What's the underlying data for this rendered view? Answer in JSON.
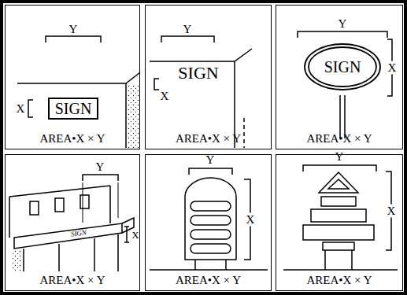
{
  "diagram": {
    "nodes": [
      {
        "text": [
          "AREA•X × Y"
        ]
      },
      {
        "text": [
          "SIGN"
        ],
        "in": 0
      },
      {
        "text": [
          "AREA•X × Y"
        ]
      },
      {
        "text": [
          "AREA•X × Y"
        ]
      },
      {
        "text": [
          "SIGN"
        ],
        "in": 3
      },
      {
        "text": [
          "AREA•X × Y"
        ]
      },
      {
        "text": [
          "AREA•X × Y"
        ]
      },
      {
        "text": [
          "AREA•X × Y"
        ]
      }
    ],
    "edges": [],
    "labels": [
      "Y",
      "X",
      "Y",
      "SIGN",
      "X",
      "Y",
      "X",
      "Y",
      "SIGN",
      "X",
      "Y",
      "X",
      "Y",
      "X"
    ]
  }
}
